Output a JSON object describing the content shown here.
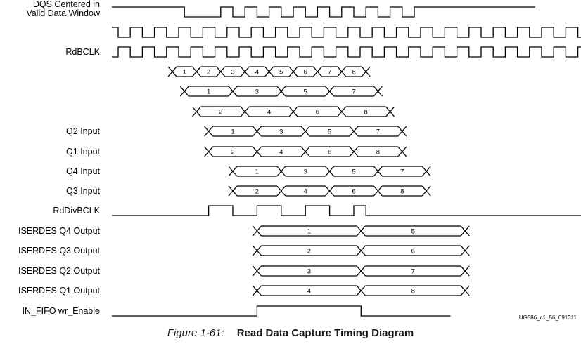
{
  "caption": {
    "figure_number": "Figure 1-61:",
    "title": "Read Data Capture Timing Diagram"
  },
  "doc_id": "UG586_c1_56_091311",
  "signals": [
    {
      "label_lines": [
        "DQS Centered in",
        "Valid Data Window"
      ],
      "kind": "wave",
      "levels": [
        1,
        1,
        1,
        1,
        1,
        1,
        0,
        0,
        0,
        1,
        0,
        1,
        0,
        1,
        0,
        1,
        0,
        1,
        0,
        1,
        0,
        1,
        0,
        1,
        0,
        1,
        1,
        1,
        1,
        1,
        1,
        1,
        1,
        1,
        1
      ]
    },
    {
      "label_lines": [],
      "kind": "clock",
      "periods": 20,
      "phase": 1
    },
    {
      "label_lines": [
        "RdBCLK"
      ],
      "kind": "clock",
      "periods": 20,
      "phase": 0
    },
    {
      "label_lines": [],
      "kind": "bus",
      "start": 2.5,
      "width": 1,
      "items": [
        "1",
        "2",
        "3",
        "4",
        "5",
        "6",
        "7",
        "8"
      ],
      "label_size": "small"
    },
    {
      "label_lines": [],
      "kind": "bus",
      "start": 3,
      "width": 2,
      "items": [
        "1",
        "3",
        "5",
        "7"
      ]
    },
    {
      "label_lines": [],
      "kind": "bus",
      "start": 3.5,
      "width": 2,
      "items": [
        "2",
        "4",
        "6",
        "8"
      ]
    },
    {
      "label_lines": [
        "Q2 Input"
      ],
      "kind": "bus",
      "start": 4,
      "width": 2,
      "items": [
        "1",
        "3",
        "5",
        "7"
      ]
    },
    {
      "label_lines": [
        "Q1 Input"
      ],
      "kind": "bus",
      "start": 4,
      "width": 2,
      "items": [
        "2",
        "4",
        "6",
        "8"
      ]
    },
    {
      "label_lines": [
        "Q4 Input"
      ],
      "kind": "bus",
      "start": 5,
      "width": 2,
      "items": [
        "1",
        "3",
        "5",
        "7"
      ]
    },
    {
      "label_lines": [
        "Q3 Input"
      ],
      "kind": "bus",
      "start": 5,
      "width": 2,
      "items": [
        "2",
        "4",
        "6",
        "8"
      ]
    },
    {
      "label_lines": [
        "RdDivBCLK"
      ],
      "kind": "wave",
      "levels": [
        0,
        0,
        0,
        0,
        0,
        0,
        0,
        0,
        1,
        1,
        0,
        0,
        1,
        1,
        0,
        0,
        1,
        1,
        0,
        0,
        1,
        0,
        0,
        0,
        0,
        0,
        0,
        0,
        0,
        0,
        0,
        0,
        0,
        0,
        0,
        0,
        0,
        0,
        0,
        0,
        0,
        0,
        0,
        0
      ]
    },
    {
      "label_lines": [
        "ISERDES Q4 Output"
      ],
      "kind": "bus",
      "start": 6,
      "width": 4.3,
      "items": [
        "1",
        "5"
      ]
    },
    {
      "label_lines": [
        "ISERDES Q3 Output"
      ],
      "kind": "bus",
      "start": 6,
      "width": 4.3,
      "items": [
        "2",
        "6"
      ]
    },
    {
      "label_lines": [
        "ISERDES Q2 Output"
      ],
      "kind": "bus",
      "start": 6,
      "width": 4.3,
      "items": [
        "3",
        "7"
      ]
    },
    {
      "label_lines": [
        "ISERDES Q1 Output"
      ],
      "kind": "bus",
      "start": 6,
      "width": 4.3,
      "items": [
        "4",
        "8"
      ]
    },
    {
      "label_lines": [
        "IN_FIFO wr_Enable"
      ],
      "kind": "pulse",
      "rise": 6,
      "fall": 10.3,
      "end": 14
    }
  ]
}
